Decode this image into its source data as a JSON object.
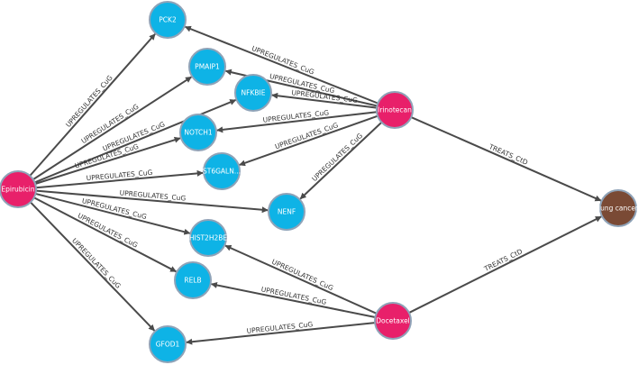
{
  "colors": {
    "drug": "#e8206a",
    "gene": "#0eb3e6",
    "disease": "#7a4a35",
    "edge": "#4a4a4a"
  },
  "nodes": [
    {
      "id": "pck2",
      "label": "PCK2",
      "kind": "gene"
    },
    {
      "id": "pmaip1",
      "label": "PMAIP1",
      "kind": "gene"
    },
    {
      "id": "nfkbie",
      "label": "NFKBIE",
      "kind": "gene"
    },
    {
      "id": "notch1",
      "label": "NOTCH1",
      "kind": "gene"
    },
    {
      "id": "st6galn",
      "label": "ST6GALN...",
      "kind": "gene"
    },
    {
      "id": "nenf",
      "label": "NENF",
      "kind": "gene"
    },
    {
      "id": "hist2h2be",
      "label": "HIST2H2BE",
      "kind": "gene"
    },
    {
      "id": "relb",
      "label": "RELB",
      "kind": "gene"
    },
    {
      "id": "gfod1",
      "label": "GFOD1",
      "kind": "gene"
    },
    {
      "id": "epirubicin",
      "label": "Epirubicin",
      "kind": "drug"
    },
    {
      "id": "irinotecan",
      "label": "Irinotecan",
      "kind": "drug"
    },
    {
      "id": "docetaxel",
      "label": "Docetaxel",
      "kind": "drug"
    },
    {
      "id": "lungcancer",
      "label": "lung cancer",
      "kind": "disease"
    }
  ],
  "edges": [
    {
      "source": "epirubicin",
      "target": "pck2",
      "label": "UPREGULATES_CuG"
    },
    {
      "source": "epirubicin",
      "target": "pmaip1",
      "label": "UPREGULATES_CuG"
    },
    {
      "source": "epirubicin",
      "target": "nfkbie",
      "label": "UPREGULATES_CuG"
    },
    {
      "source": "epirubicin",
      "target": "notch1",
      "label": "UPREGULATES_CuG"
    },
    {
      "source": "epirubicin",
      "target": "st6galn",
      "label": "UPREGULATES_CuG"
    },
    {
      "source": "epirubicin",
      "target": "nenf",
      "label": "UPREGULATES_CuG"
    },
    {
      "source": "epirubicin",
      "target": "hist2h2be",
      "label": "UPREGULATES_CuG"
    },
    {
      "source": "epirubicin",
      "target": "relb",
      "label": "UPREGULATES_CuG"
    },
    {
      "source": "epirubicin",
      "target": "gfod1",
      "label": "UPREGULATES_CuG"
    },
    {
      "source": "irinotecan",
      "target": "pck2",
      "label": "UPREGULATES_CuG"
    },
    {
      "source": "irinotecan",
      "target": "pmaip1",
      "label": "UPREGULATES_CuG"
    },
    {
      "source": "irinotecan",
      "target": "nfkbie",
      "label": "UPREGULATES_CuG"
    },
    {
      "source": "irinotecan",
      "target": "notch1",
      "label": "UPREGULATES_CuG"
    },
    {
      "source": "irinotecan",
      "target": "st6galn",
      "label": "UPREGULATES_CuG"
    },
    {
      "source": "irinotecan",
      "target": "nenf",
      "label": "UPREGULATES_CuG"
    },
    {
      "source": "irinotecan",
      "target": "lungcancer",
      "label": "TREATS_CtD"
    },
    {
      "source": "docetaxel",
      "target": "hist2h2be",
      "label": "UPREGULATES_CuG"
    },
    {
      "source": "docetaxel",
      "target": "relb",
      "label": "UPREGULATES_CuG"
    },
    {
      "source": "docetaxel",
      "target": "gfod1",
      "label": "UPREGULATES_CuG"
    },
    {
      "source": "docetaxel",
      "target": "lungcancer",
      "label": "TREATS_CtD"
    }
  ]
}
